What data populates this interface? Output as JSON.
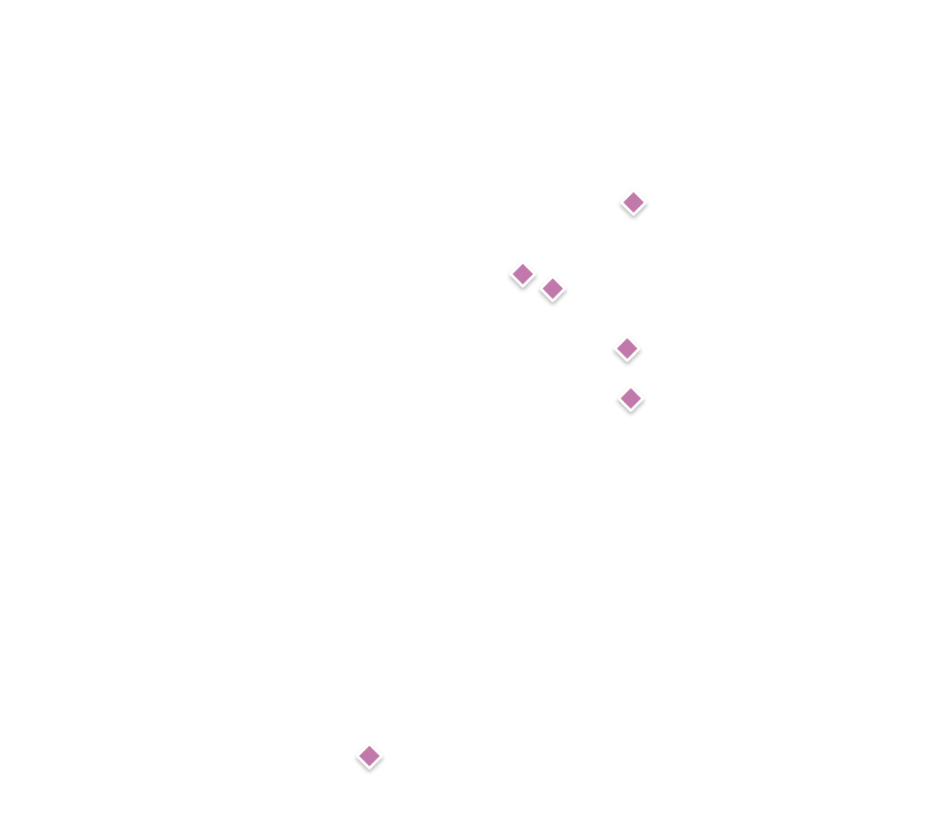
{
  "map": {
    "marker_color": "#c178aa",
    "marker_border_color": "#ffffff",
    "marker_icon": "diamond-marker-icon",
    "markers": [
      {
        "id": "marker-1"
      },
      {
        "id": "marker-2"
      },
      {
        "id": "marker-3"
      },
      {
        "id": "marker-4"
      },
      {
        "id": "marker-5"
      },
      {
        "id": "marker-6"
      }
    ]
  }
}
